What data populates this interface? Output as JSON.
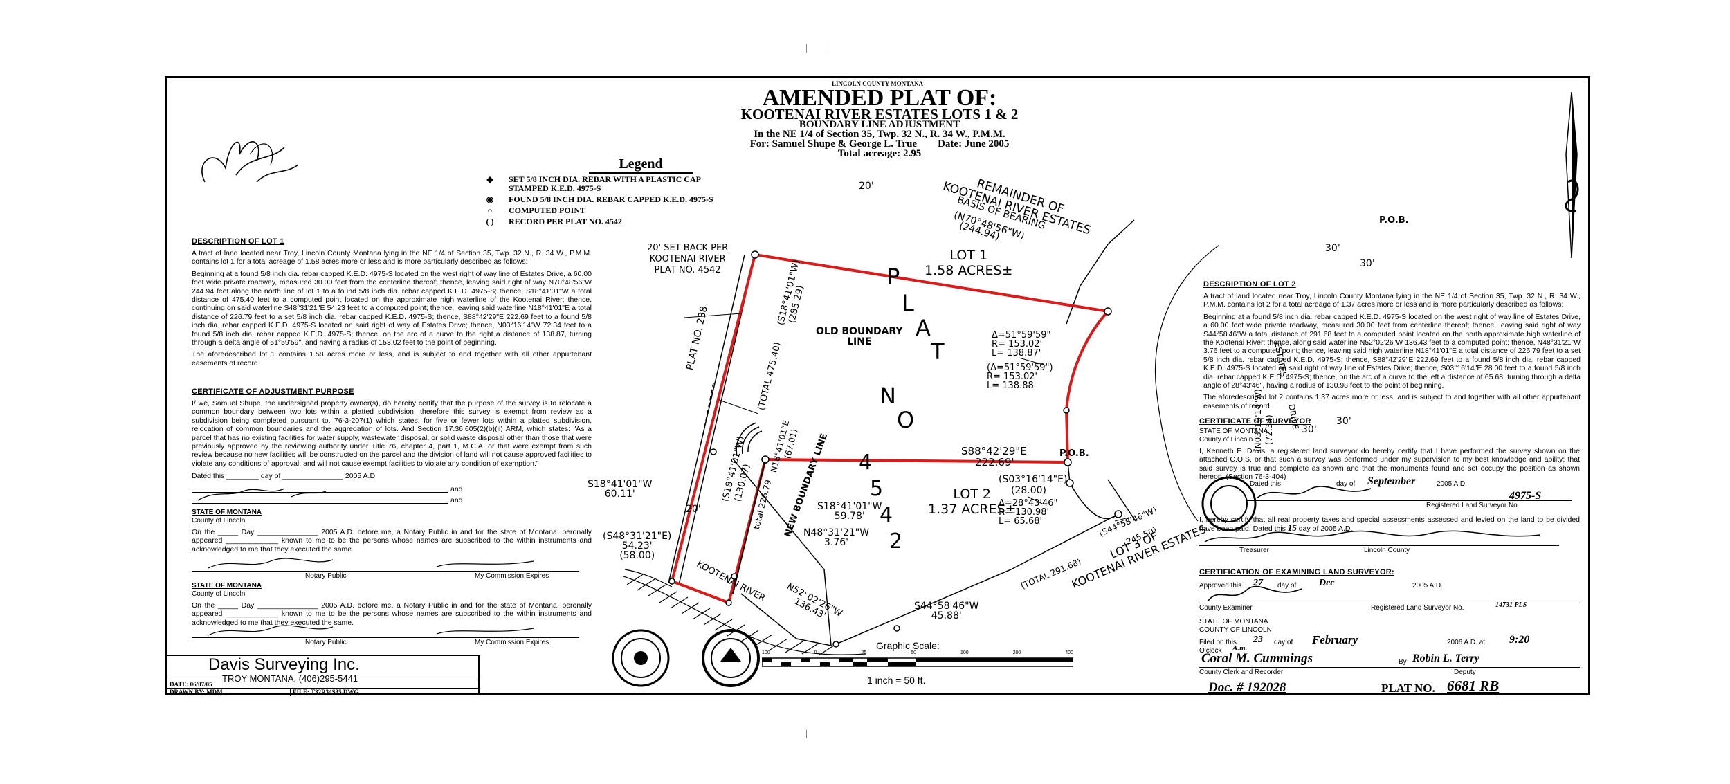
{
  "header": {
    "county": "LINCOLN COUNTY MONTANA",
    "line1": "AMENDED PLAT OF:",
    "line2": "KOOTENAI RIVER ESTATES LOTS 1 & 2",
    "line3": "BOUNDARY LINE ADJUSTMENT",
    "line4": "In the NE 1/4 of Section 35, Twp. 32 N., R. 34 W., P.M.M.",
    "line5": "For: Samuel Shupe & George L. True        Date: June 2005",
    "line6": "Total acreage: 2.95"
  },
  "legend": {
    "title": "Legend",
    "items": [
      {
        "symbol": "◆",
        "text": "SET 5/8 INCH DIA. REBAR WITH A PLASTIC CAP STAMPED K.E.D. 4975-S"
      },
      {
        "symbol": "◉",
        "text": "FOUND 5/8 INCH DIA. REBAR CAPPED K.E.D. 4975-S"
      },
      {
        "symbol": "○",
        "text": "COMPUTED POINT"
      },
      {
        "symbol": "( )",
        "text": "RECORD PER PLAT NO. 4542"
      }
    ]
  },
  "desc_lot1": {
    "heading": "DESCRIPTION OF LOT 1",
    "para1": "A tract of land located near Troy, Lincoln County Montana lying in the NE 1/4 of Section 35, Twp. 32 N., R. 34 W., P.M.M. contains lot 1 for a total acreage of 1.58 acres more or less and is more particularly described as follows:",
    "para2": "Beginning at a found 5/8 inch dia. rebar capped K.E.D. 4975-S located on the west right of way line of Estates Drive, a 60.00 foot wide private roadway, measured 30.00 feet from the centerline thereof; thence, leaving said right of way N70°48'56\"W 244.94 feet along the north line of lot 1 to a found 5/8 inch dia. rebar capped K.E.D. 4975-S; thence, S18°41'01\"W a total distance of 475.40 feet to a computed point located on the approximate high waterline of the Kootenai River; thence, continuing on said waterline S48°31'21\"E 54.23 feet to a computed point; thence, leaving said waterline N18°41'01\"E a total distance of 226.79 feet to a set 5/8 inch dia. rebar capped K.E.D. 4975-S; thence, S88°42'29\"E 222.69 feet to a found 5/8 inch dia. rebar capped K.E.D. 4975-S located on said right of way of Estates Drive; thence, N03°16'14\"W 72.34 feet to a found 5/8 inch dia. rebar capped K.E.D. 4975-S; thence, on the arc of a curve to the right a distance of 138.87, turning through a delta angle of 51°59'59\", and having a radius of 153.02 feet to the point of beginning.",
    "para3": "The aforedescribed lot 1 contains 1.58 acres more or less, and is subject to and together with all other appurtenant easements of record."
  },
  "certificate_adjustment": {
    "heading": "CERTIFICATE OF ADJUSTMENT PURPOSE",
    "para": "I/ we, Samuel Shupe, the undersigned property owner(s), do hereby certify that the purpose of the survey is to relocate a common boundary between two lots within a platted subdivision; therefore this survey is exempt from review as a subdivision being completed pursuant to, 76-3-207(1) which states: for five or fewer lots within a platted subdivision, relocation of common boundaries and the aggregation of lots. And Section 17.36.605(2)(b)(ii) ARM, which states: \"As a parcel that has no existing facilities for water supply, wastewater disposal, or solid waste disposal other than those that were previously approved by the reviewing authority under Title 76, chapter 4, part 1, M.C.A. or that were exempt from such review because no new facilities will be constructed on the parcel and the division of land will not cause approved facilities to violate any conditions of approval, and will not cause exempt facilities to violate any condition of exemption.\"",
    "dated": "Dated this ________ day of _______________ 2005 A.D.",
    "and1": "and",
    "and2": "and"
  },
  "notary1": {
    "state": "STATE OF MONTANA",
    "county": "County of Lincoln",
    "text": "On the _____ Day _______________ 2005 A.D. before me, a Notary Public in and for the state of Montana, peronally appeared _____________ known to me to be the persons whose names are subscribed to the within instruments and acknowledged to me that they executed the same.",
    "label_left": "Notary Public",
    "label_right": "My Commission Expires"
  },
  "notary2": {
    "state": "STATE OF MONTANA",
    "county": "County of Lincoln",
    "text": "On the _____ Day _______________ 2005 A.D. before me, a Notary Public in and for the state of Montana, peronally appeared _____________ known to me to be the persons whose names are subscribed to the within instruments and acknowledged to me that they executed the same.",
    "label_left": "Notary Public",
    "label_right": "My Commission Expires"
  },
  "titleblock": {
    "company": "Davis Surveying Inc.",
    "address": "TROY MONTANA, (406)295-5441",
    "date": "DATE: 06/07/05",
    "drawn": "DRAWN BY: MDM",
    "file": "FILE: T32R34S35.DWG"
  },
  "desc_lot2": {
    "heading": "DESCRIPTION OF LOT 2",
    "para1": "A tract of land located near Troy, Lincoln County Montana lying in the NE 1/4 of Section 35, Twp. 32 N., R. 34 W., P.M.M. contains lot 2 for a total acreage of 1.37 acres more or less and is more particularly described as follows:",
    "para2": "Beginning at a found 5/8 inch dia. rebar capped K.E.D. 4975-S located on the west right of way line of Estates Drive, a 60.00 foot wide private roadway, measured 30.00 feet from centerline thereof; thence, leaving said right of way S44°58'46\"W a total distance of 291.68 feet to a computed point located on the north approximate high waterline of the Kootenai River; thence, along said waterline N52°02'26\"W 136.43 feet to a computed point; thence, N48°31'21\"W 3.76 feet to a computed point; thence, leaving said high waterline N18°41'01\"E a total distance of 226.79 feet to a set 5/8 inch dia. rebar capped K.E.D. 4975-S; thence, S88°42'29\"E 222.69 feet to a found 5/8 inch dia. rebar capped K.E.D. 4975-S located on said right of way line of Estates Drive; thence, S03°16'14\"E 28.00 feet to a found 5/8 inch dia. rebar capped K.E.D. 4975-S; thence, on the arc of a curve to the left a distance of 65.68, turning through a delta angle of 28°43'46\", having a radius of 130.98 feet to the point of beginning.",
    "para3": "The aforedescribed lot 2 contains 1.37 acres more or less, and is subject to and together with all other appurtenant easements of record."
  },
  "cert_surveyor": {
    "heading": "CERTIFICATE OF SURVEYOR",
    "state": "STATE OF MONTANA",
    "county": "County of Lincoln",
    "para": "I, Kenneth E. Davis, a registered land surveyor do hereby certify that I have performed the survey shown on the attached C.O.S. or that such a survey was performed under my supervision to my best knowledge and ability; that said survey is true and complete as shown and that the monuments found and set occupy the position as shown hereon. (Section 76-3-404)",
    "dated_prefix": "Dated this",
    "dated_day": "day of",
    "dated_month": "September",
    "dated_year": "2005 A.D.",
    "reg_label": "Registered Land Surveyor No.",
    "reg_no": "4975-S"
  },
  "taxes": {
    "para": "I, hereby certify that all real property taxes and special assessments assessed and levied on the land to be divided have been paid. Dated this",
    "day": "15",
    "day_of": "day of",
    "year": "2005 A.D.",
    "label_left": "Treasurer",
    "label_right": "Lincoln County"
  },
  "cert_examining": {
    "heading": "CERTIFICATION OF EXAMINING LAND SURVEYOR:",
    "approved": "Approved this",
    "day": "27",
    "day_of": "day of",
    "month": "Dec",
    "year": "2005 A.D.",
    "label_left": "County Examiner",
    "label_right": "Registered Land Surveyor No.",
    "reg_no": "14731 PLS"
  },
  "filing": {
    "state": "STATE OF MONTANA",
    "county": "COUNTY OF LINCOLN",
    "filed_on": "Filed on this",
    "day": "23",
    "day_of": "day of",
    "month": "February",
    "year": "2006 A.D. at",
    "time": "9:20",
    "oclock": "O'clock",
    "ampm": "A.m.",
    "clerk_sig": "Coral M. Cummings",
    "by": "By",
    "deputy_sig": "Robin L. Terry",
    "label_left": "County Clerk and Recorder",
    "label_right": "Deputy",
    "doc_no": "Doc. # 192028",
    "plat_label": "PLAT NO.",
    "plat_no": "6681 RB"
  },
  "scale": {
    "title": "Graphic Scale:",
    "ticks": [
      "100",
      "0",
      "25",
      "50",
      "100",
      "200",
      "400"
    ],
    "note": "1 inch = 50 ft."
  },
  "map": {
    "remainder": [
      "REMAINDER OF",
      "KOOTENAI RIVER ESTATES"
    ],
    "basis": "BASIS OF BEARING",
    "north_bearing": "(N70°48'56\"W)",
    "north_dist": "(244.94)",
    "lot1_name": "LOT 1",
    "lot1_area": "1.58 ACRES±",
    "lot2_name": "LOT 2",
    "lot2_area": "1.37 ACRES±",
    "plat_letters": [
      "P",
      "L",
      "A",
      "T",
      "N",
      "O",
      "4",
      "5",
      "4",
      "2"
    ],
    "setback": [
      "20' SET BACK PER",
      "KOOTENAI RIVER",
      "PLAT NO. 4542"
    ],
    "plat238": "PLAT NO. 238",
    "old_boundary": [
      "OLD BOUNDARY",
      "LINE"
    ],
    "new_boundary": "NEW BOUNDARY LINE",
    "west_upper": "(S18°41'01\"W)",
    "west_upper_dist": "(285.29)",
    "west_total": "(TOTAL 475.40)",
    "west_lower": "(S18°41'01\"W)",
    "west_lower_dist": "(130.07)",
    "new_line_b": "N18°41'01\"E",
    "new_line_d": "(67.01)",
    "new_line_total": "total 226.79",
    "mid_bearing": "S88°42'29\"E",
    "mid_dist": "222.69'",
    "curve1": [
      "Δ=51°59'59\"",
      "R= 153.02'",
      "L= 138.87'"
    ],
    "curve1r": [
      "(Δ=51°59'59\")",
      "R= 153.02'",
      "L= 138.88'"
    ],
    "east_bearing": "(N03°16'14\"W)",
    "east_dist": "(72.34)",
    "east2": "(S03°16'14\"E)",
    "east2_dist": "(28.00)",
    "curve2": [
      "Δ=28°43'46\"",
      "R= 130.98'",
      "L= 65.68'"
    ],
    "pob": "P.O.B.",
    "estates": "ESTATES",
    "drive": "DRIVE",
    "thirty": "30'",
    "twenty": "20'",
    "sw1": "S18°41'01\"W",
    "sw1d": "60.11'",
    "sw2": "S18°41'01\"W",
    "sw2d": "59.78'",
    "nw": "N48°31'21\"W",
    "nwd": "3.76'",
    "water1": "(S48°31'21\"E)",
    "water1a": "54.23'",
    "water1b": "(58.00)",
    "river": "KOOTENAI RIVER",
    "water2": "N52°02'26\"W",
    "water2d": "136.43'",
    "se_bearing": "(S44°58'46\"W)",
    "se_dist": "(245.50)",
    "se_total": "(TOTAL 291.68)",
    "bottom": "S44°58'46\"W",
    "bottomd": "45.88'",
    "lot3": [
      "LOT 3 OF",
      "KOOTENAI RIVER ESTATES"
    ]
  }
}
